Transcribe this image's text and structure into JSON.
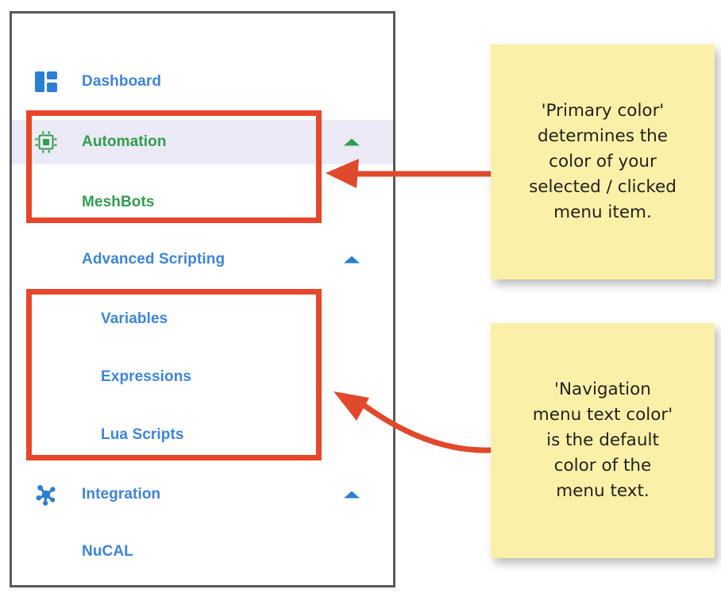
{
  "colors": {
    "primary_selected": "#2f9e4f",
    "nav_text": "#3d84dd",
    "selected_row_bg": "#eceaf6",
    "highlight_box": "#e8462a",
    "arrow": "#e0492b",
    "sticky_bg": "#faf0a8",
    "panel_border": "#5a5a5a",
    "sticky_text": "#231f1c"
  },
  "sidebar": {
    "items": [
      {
        "id": "dashboard",
        "label": "Dashboard",
        "icon": "dashboard-layout-icon",
        "level": 0,
        "selected": false,
        "has_chevron": false
      },
      {
        "id": "automation",
        "label": "Automation",
        "icon": "chip-icon",
        "level": 0,
        "selected": true,
        "has_chevron": true,
        "chevron": "chevron-up-icon"
      },
      {
        "id": "meshbots",
        "label": "MeshBots",
        "icon": null,
        "level": 1,
        "selected": true,
        "has_chevron": false
      },
      {
        "id": "advanced-scripting",
        "label": "Advanced Scripting",
        "icon": null,
        "level": 1,
        "selected": false,
        "has_chevron": true,
        "chevron": "chevron-up-icon"
      },
      {
        "id": "variables",
        "label": "Variables",
        "icon": null,
        "level": 2,
        "selected": false,
        "has_chevron": false
      },
      {
        "id": "expressions",
        "label": "Expressions",
        "icon": null,
        "level": 2,
        "selected": false,
        "has_chevron": false
      },
      {
        "id": "lua-scripts",
        "label": "Lua Scripts",
        "icon": null,
        "level": 2,
        "selected": false,
        "has_chevron": false
      },
      {
        "id": "integration",
        "label": "Integration",
        "icon": "hub-network-icon",
        "level": 0,
        "selected": false,
        "has_chevron": true,
        "chevron": "chevron-up-icon"
      },
      {
        "id": "nucal",
        "label": "NuCAL",
        "icon": null,
        "level": 1,
        "selected": false,
        "has_chevron": false
      }
    ]
  },
  "annotations": {
    "notes": [
      {
        "id": "primary-color-note",
        "text": "'Primary color'\ndetermines the\ncolor of your\nselected / clicked\nmenu item."
      },
      {
        "id": "nav-text-color-note",
        "text": "'Navigation\nmenu text color'\nis the default\ncolor of the\nmenu text."
      }
    ],
    "arrows": [
      {
        "id": "arrow-to-automation-box",
        "style": "straight-left"
      },
      {
        "id": "arrow-to-scripting-box",
        "style": "curved-up-left"
      }
    ],
    "highlight_boxes": [
      {
        "id": "automation-highlight-box"
      },
      {
        "id": "scripting-highlight-box"
      }
    ]
  }
}
